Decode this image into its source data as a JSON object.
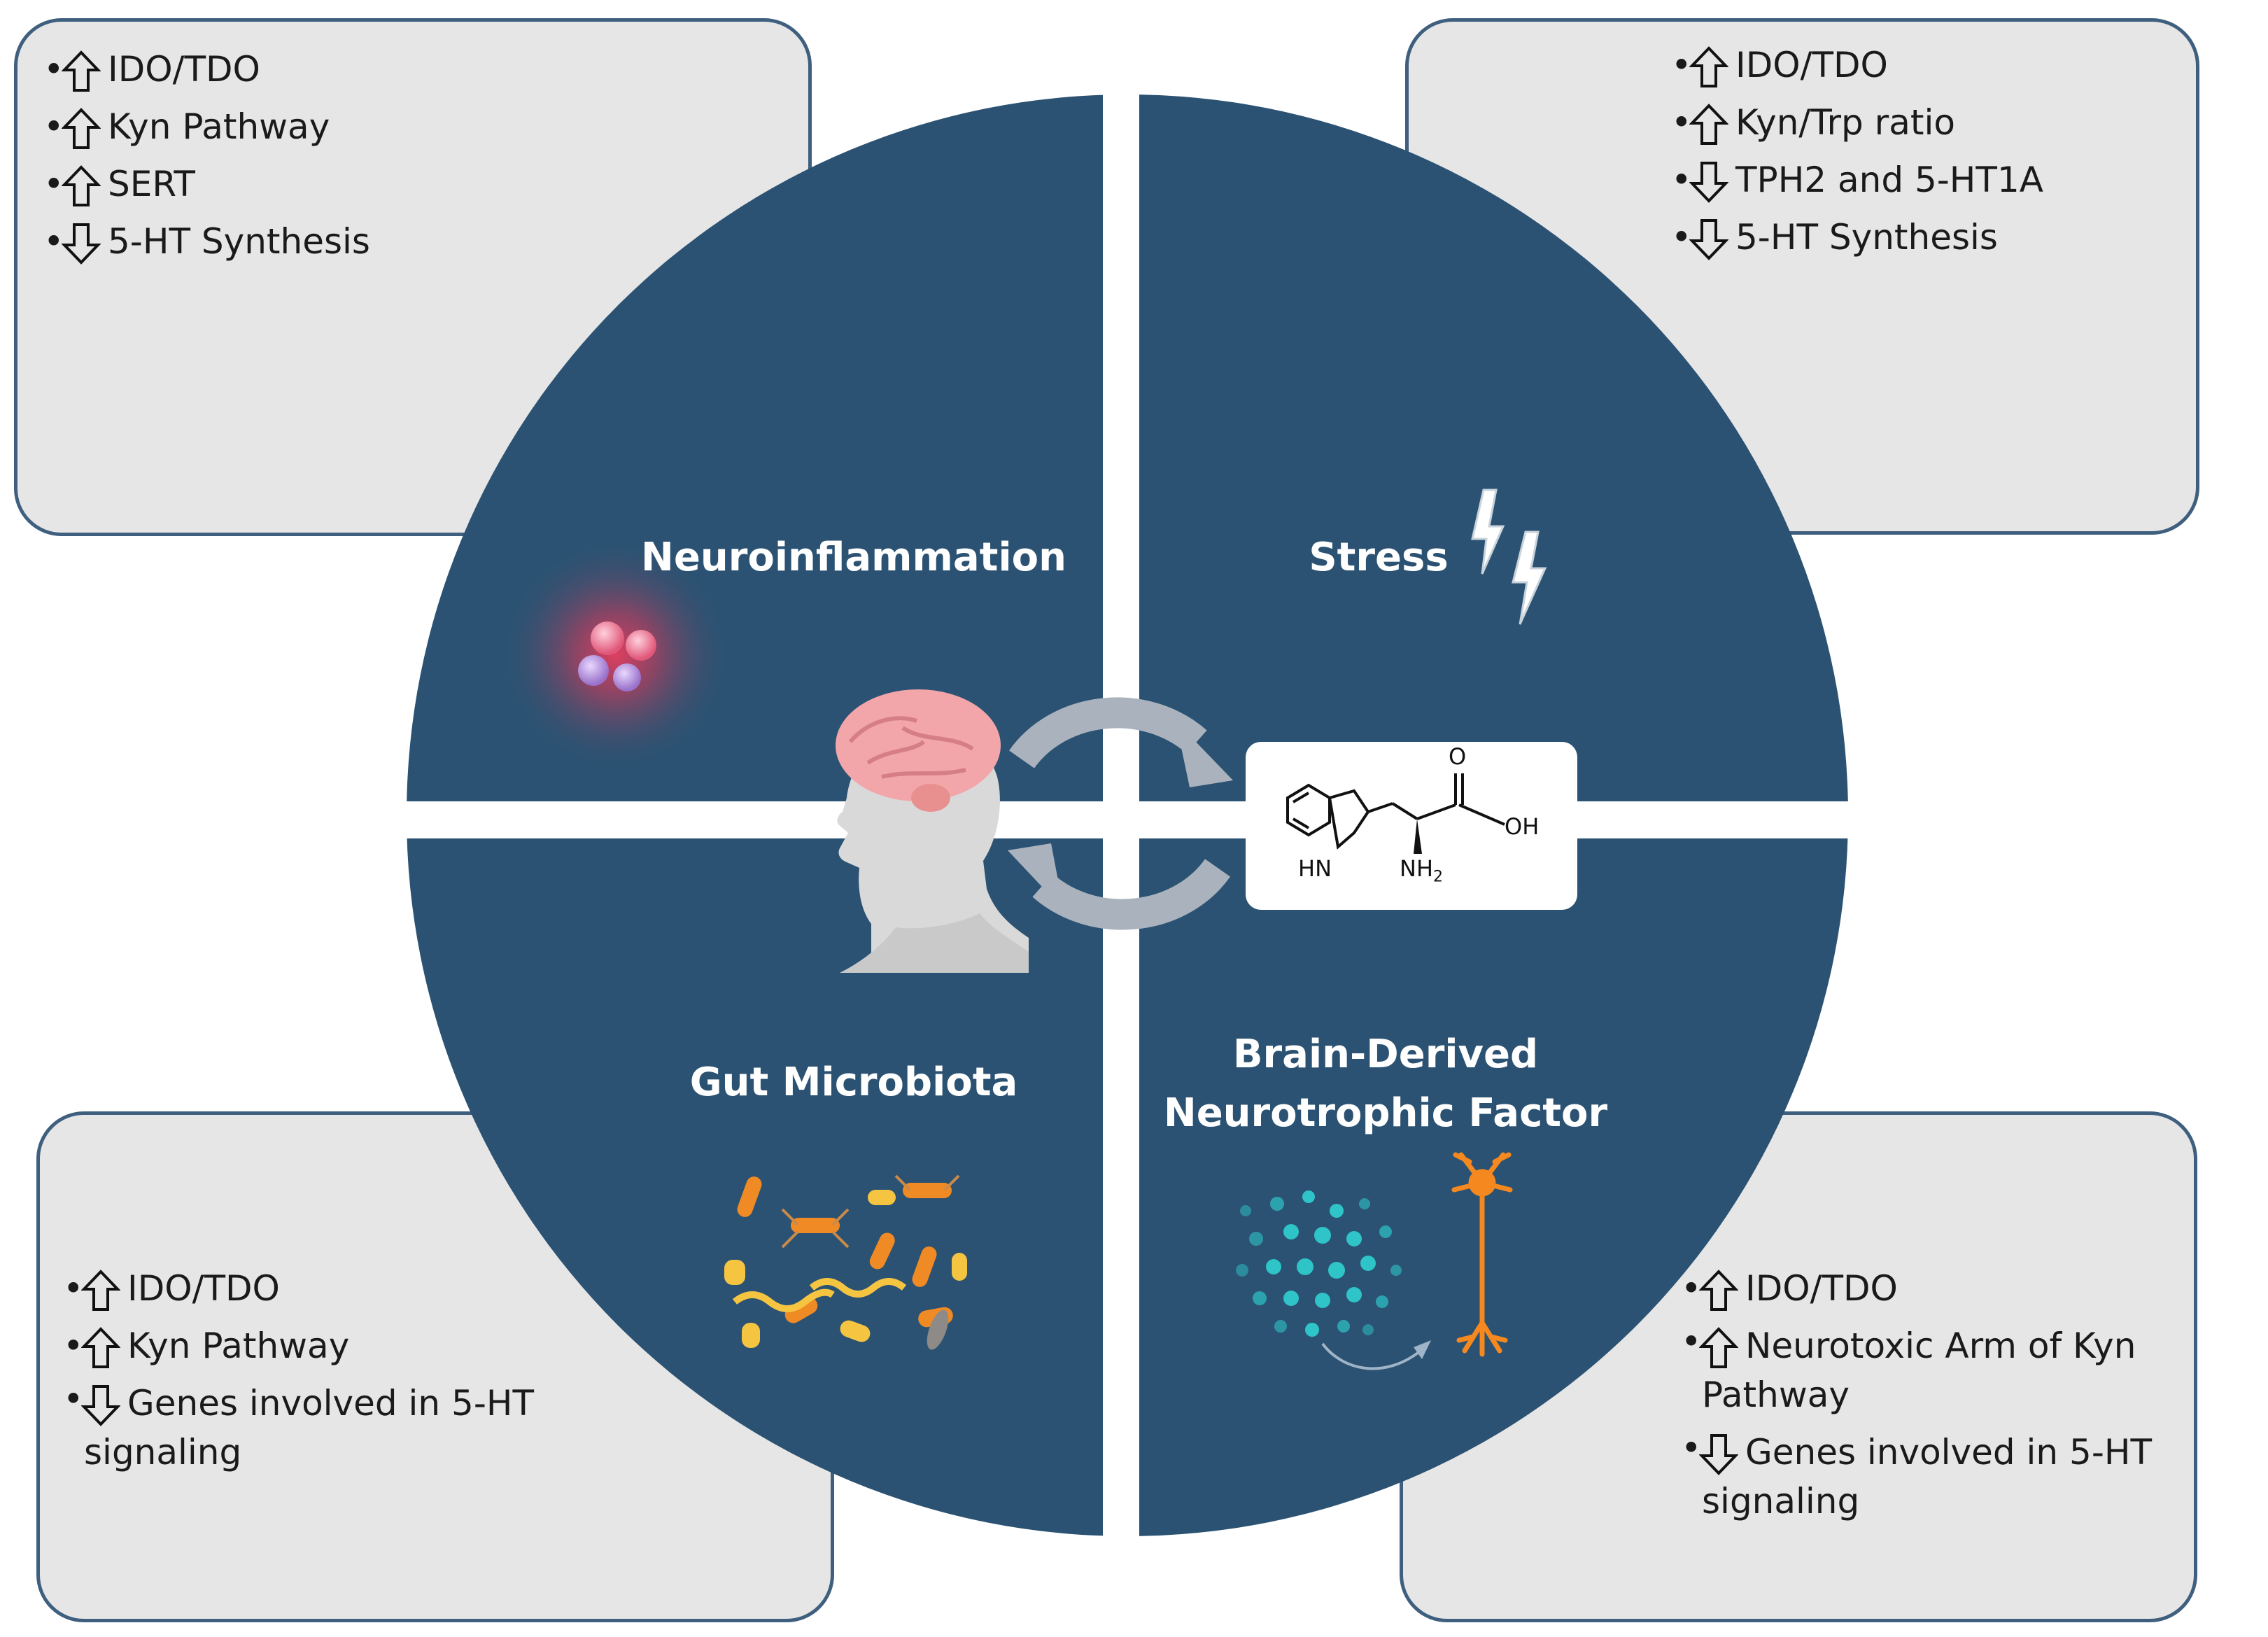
{
  "quadrants": {
    "neuroinflammation": {
      "label": "Neuroinflammation",
      "items": [
        {
          "dir": "up",
          "text": "IDO/TDO"
        },
        {
          "dir": "up",
          "text": "Kyn Pathway"
        },
        {
          "dir": "up",
          "text": "SERT"
        },
        {
          "dir": "down",
          "text": "5-HT Synthesis"
        }
      ]
    },
    "stress": {
      "label": "Stress",
      "icon": "lightning-icon",
      "items": [
        {
          "dir": "up",
          "text": "IDO/TDO"
        },
        {
          "dir": "up",
          "text": "Kyn/Trp ratio"
        },
        {
          "dir": "down",
          "text": "TPH2 and 5-HT1A"
        },
        {
          "dir": "down",
          "text": "5-HT Synthesis"
        }
      ]
    },
    "gut_microbiota": {
      "label": "Gut Microbiota",
      "icon": "bacteria-icon",
      "items": [
        {
          "dir": "up",
          "text": "IDO/TDO"
        },
        {
          "dir": "up",
          "text": "Kyn Pathway"
        },
        {
          "dir": "down",
          "text": "Genes involved in 5-HT",
          "text2": "signaling"
        }
      ]
    },
    "bdnf": {
      "label_line1": "Brain-Derived",
      "label_line2": "Neurotrophic Factor",
      "icon": "neuron-icon",
      "items": [
        {
          "dir": "up",
          "text": "IDO/TDO"
        },
        {
          "dir": "up",
          "text": "Neurotoxic Arm of Kyn",
          "text2": "Pathway"
        },
        {
          "dir": "down",
          "text": "Genes involved in 5-HT",
          "text2": "signaling"
        }
      ]
    }
  },
  "molecule": {
    "o": "O",
    "oh": "OH",
    "hn": "HN",
    "nh2_base": "NH",
    "nh2_sub": "2"
  },
  "colors": {
    "quadrant": "#2b5272",
    "box_fill": "#e6e6e6",
    "box_border": "#3f5f7f",
    "cycle_arrow": "#aab3bd",
    "microbe_orange": "#f08a24",
    "neuron_orange": "#f5891f",
    "dots_teal": "#2ec4c8"
  }
}
